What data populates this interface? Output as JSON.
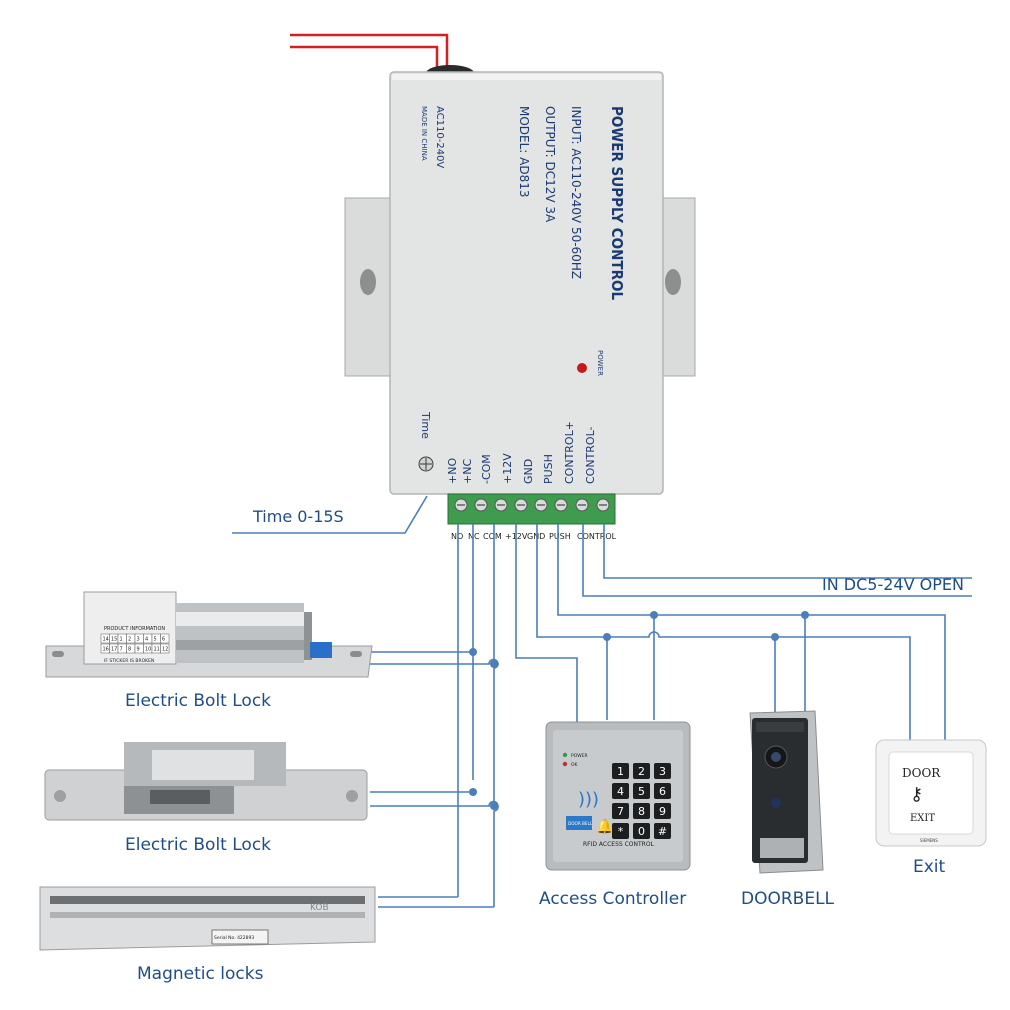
{
  "power_supply": {
    "title": "POWER SUPPLY CONTROL",
    "input": "INPUT: AC110-240V 50-60HZ",
    "output": "OUTPUT: DC12V 3A",
    "model": "MODEL: AD813",
    "voltage_note": "AC110-240V",
    "made_in": "MADE IN CHINA",
    "power_led": "POWER",
    "time_knob": "Time",
    "vertical_terminals": [
      "+NO",
      "+NC",
      "-COM",
      "+12V",
      "GND",
      "PUSH",
      "CONTROL+",
      "CONTROL-"
    ],
    "terminal_labels": [
      "NO",
      "NC",
      "COM",
      "+12V",
      "GND",
      "PUSH",
      "CONTROL"
    ]
  },
  "callouts": {
    "time": "Time 0-15S",
    "control_input": "IN DC5-24V OPEN"
  },
  "devices": {
    "bolt_lock_1": "Electric Bolt Lock",
    "bolt_lock_2": "Electric Bolt Lock",
    "magnetic": "Magnetic locks",
    "access_controller": "Access Controller",
    "doorbell": "DOORBELL",
    "exit": "Exit"
  },
  "bolt_sticker": {
    "header": "PRODUCT INFORMATION",
    "row1": [
      "14",
      "15",
      "1",
      "2",
      "3",
      "4",
      "5",
      "6"
    ],
    "row2": [
      "16",
      "17",
      "7",
      "8",
      "9",
      "10",
      "11",
      "12"
    ],
    "footer": "IF STICKER IS BROKEN"
  },
  "magnetic_lock": {
    "brand": "KOB",
    "serial": "Serial No. 422893"
  },
  "keypad": {
    "led_power": "POWER",
    "led_ok": "OK",
    "keys": [
      "1",
      "2",
      "3",
      "4",
      "5",
      "6",
      "7",
      "8",
      "9",
      "*",
      "0",
      "#"
    ],
    "doorbell_key": "DOOR BELL",
    "footer": "RFID ACCESS CONTROL"
  },
  "exit_button": {
    "top": "DOOR",
    "bottom": "EXIT",
    "brand": "SIEMENS"
  },
  "colors": {
    "wire": "#4a7fb8",
    "label": "#1f4e86",
    "terminal": "#3f9b4d",
    "power_wire": "#d32020"
  }
}
